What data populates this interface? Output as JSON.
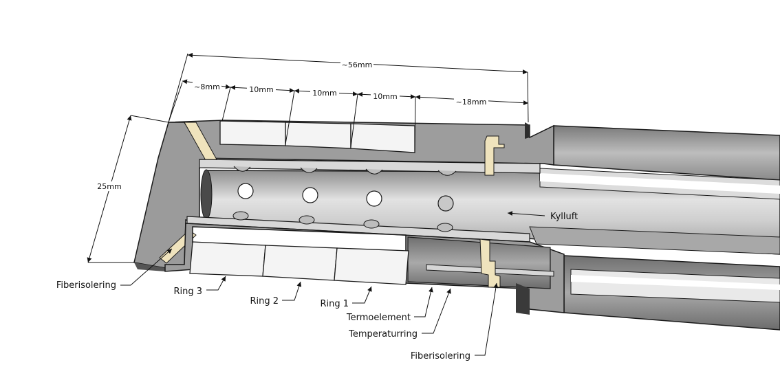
{
  "dimensions": {
    "total": "~56mm",
    "seg1": "~8mm",
    "seg2": "10mm",
    "seg3": "10mm",
    "seg4": "10mm",
    "seg5": "~18mm",
    "height": "25mm"
  },
  "labels": {
    "cooling_air": "Kylluft",
    "fiber_insulation_left": "Fiberisolering",
    "ring3": "Ring 3",
    "ring2": "Ring 2",
    "ring1": "Ring 1",
    "thermocouple": "Termoelement",
    "temperature_ring": "Temperaturring",
    "fiber_insulation_bottom": "Fiberisolering"
  },
  "colors": {
    "outline": "#1a1a1a",
    "body_gray": "#9d9d9d",
    "inner_tube": "#c9c9c9",
    "ring_white": "#f4f4f4",
    "insulation": "#efe3bd",
    "dark_end": "#3a3a3a"
  }
}
